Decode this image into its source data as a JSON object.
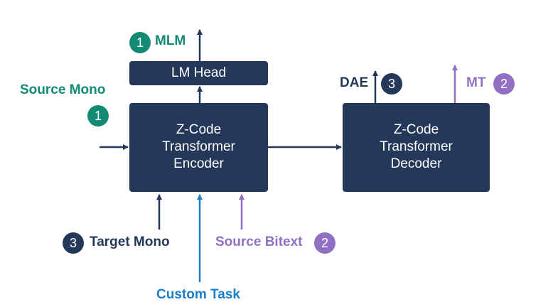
{
  "colors": {
    "navy": "#243859",
    "teal": "#138a73",
    "purple": "#9170c4",
    "blue": "#1a7fc6"
  },
  "lm_head": "LM Head",
  "encoder": {
    "line1": "Z-Code",
    "line2": "Transformer",
    "line3": "Encoder"
  },
  "decoder": {
    "line1": "Z-Code",
    "line2": "Transformer",
    "line3": "Decoder"
  },
  "tasks": {
    "mlm": {
      "label": "MLM",
      "number": "1"
    },
    "source_mono": {
      "label": "Source Mono",
      "number": "1"
    },
    "dae": {
      "label": "DAE",
      "number": "3"
    },
    "mt": {
      "label": "MT",
      "number": "2"
    },
    "target_mono": {
      "label": "Target Mono",
      "number": "3"
    },
    "source_bitext": {
      "label": "Source Bitext",
      "number": "2"
    },
    "custom_task": {
      "label": "Custom Task"
    }
  }
}
